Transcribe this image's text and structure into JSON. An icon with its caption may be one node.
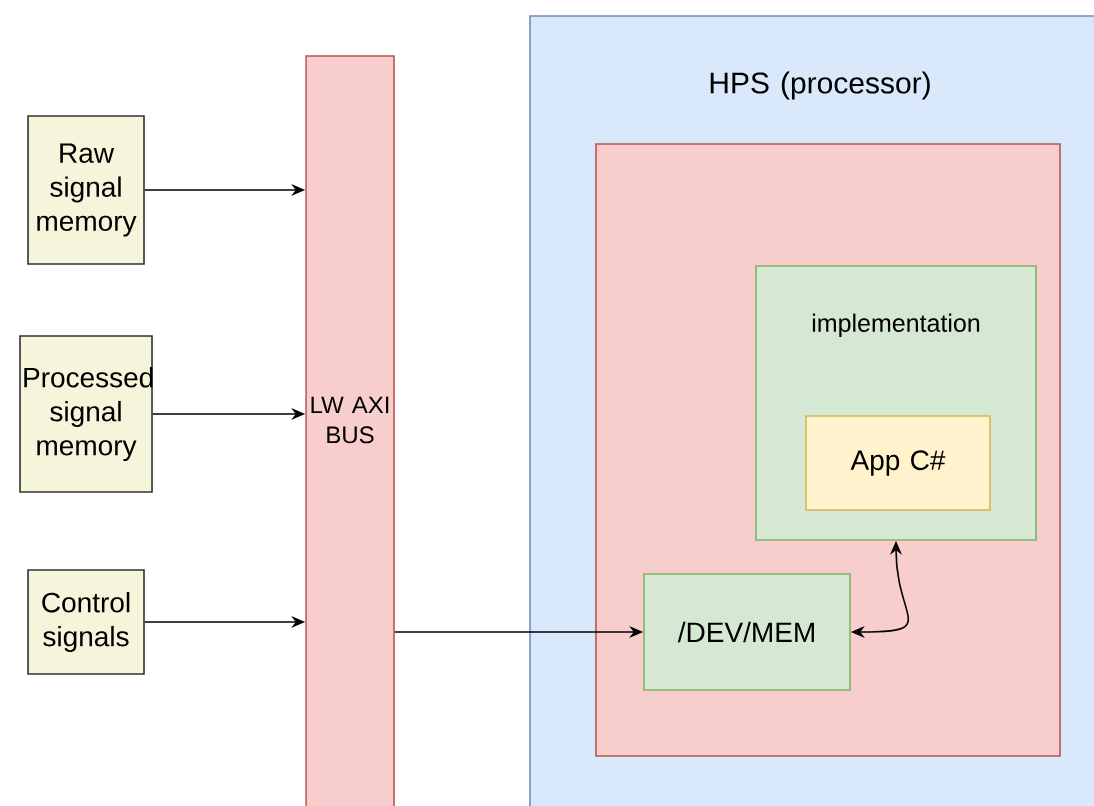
{
  "diagram": {
    "nodes": [
      {
        "text": [
          "Raw signal memory"
        ]
      },
      {
        "text": [
          "Processed signal memory"
        ]
      },
      {
        "text": [
          "Control signals"
        ]
      },
      {
        "text": [
          "LW AXI BUS"
        ]
      },
      {
        "text": [
          "HPS (processor)"
        ]
      },
      {
        "text": [],
        "shape": "box",
        "in": 4
      },
      {
        "text": [
          "implementation"
        ],
        "in": 5
      },
      {
        "text": [
          "App C#"
        ],
        "in": 6
      },
      {
        "text": [
          "/DEV/MEM"
        ],
        "in": 5
      }
    ],
    "edges": [
      {
        "from": 0,
        "to": 3,
        "arrow": "to"
      },
      {
        "from": 1,
        "to": 3,
        "arrow": "to"
      },
      {
        "from": 2,
        "to": 3,
        "arrow": "to"
      },
      {
        "from": 3,
        "to": 8,
        "arrow": "to"
      },
      {
        "from": 8,
        "to": 6,
        "arrow": "both"
      }
    ]
  }
}
